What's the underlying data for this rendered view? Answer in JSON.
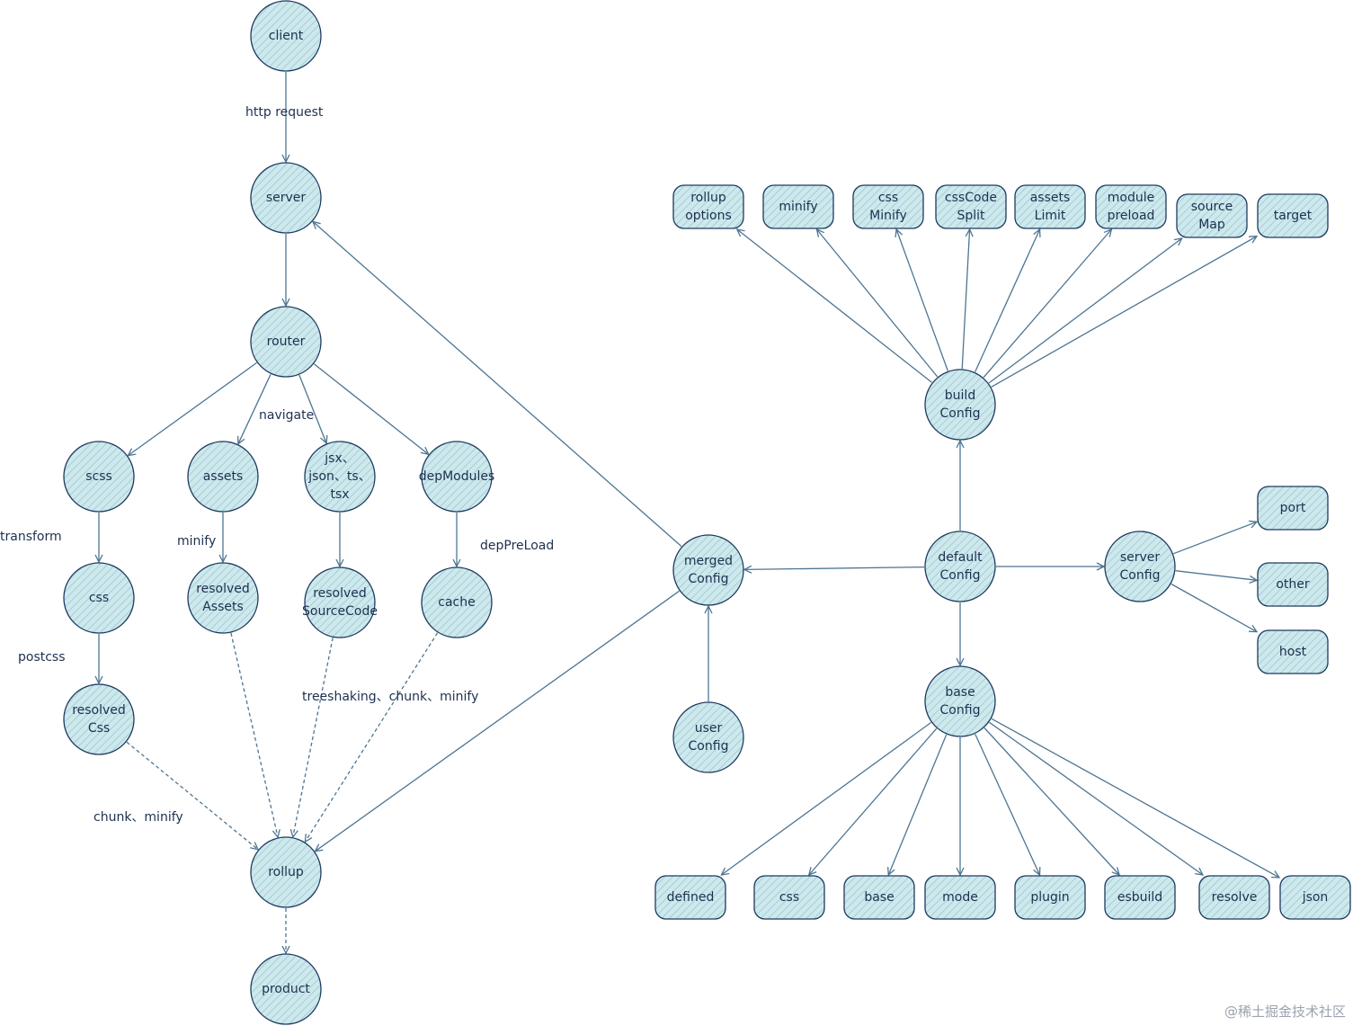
{
  "colors": {
    "node_fill": "#cfe8ec",
    "node_hatch": "#9fd0da",
    "node_stroke": "#1e3a5f",
    "edge": "#4d7592",
    "text": "#1e3050"
  },
  "watermark": "@稀土掘金技术社区",
  "nodes": [
    {
      "id": "client",
      "lines": [
        "client"
      ],
      "shape": "circle"
    },
    {
      "id": "server",
      "lines": [
        "server"
      ],
      "shape": "circle"
    },
    {
      "id": "router",
      "lines": [
        "router"
      ],
      "shape": "circle"
    },
    {
      "id": "scss",
      "lines": [
        "scss"
      ],
      "shape": "circle"
    },
    {
      "id": "assets",
      "lines": [
        "assets"
      ],
      "shape": "circle"
    },
    {
      "id": "jsx",
      "lines": [
        "jsx、",
        "json、ts、",
        "tsx"
      ],
      "shape": "circle"
    },
    {
      "id": "depModules",
      "lines": [
        "depModules"
      ],
      "shape": "circle"
    },
    {
      "id": "css-left",
      "lines": [
        "css"
      ],
      "shape": "circle"
    },
    {
      "id": "resolvedAssets",
      "lines": [
        "resolved",
        "Assets"
      ],
      "shape": "circle"
    },
    {
      "id": "resolvedSourceCode",
      "lines": [
        "resolved",
        "SourceCode"
      ],
      "shape": "circle"
    },
    {
      "id": "cache",
      "lines": [
        "cache"
      ],
      "shape": "circle"
    },
    {
      "id": "resolvedCss",
      "lines": [
        "resolved",
        "Css"
      ],
      "shape": "circle"
    },
    {
      "id": "rollup",
      "lines": [
        "rollup"
      ],
      "shape": "circle"
    },
    {
      "id": "product",
      "lines": [
        "product"
      ],
      "shape": "circle"
    },
    {
      "id": "mergedConfig",
      "lines": [
        "merged",
        "Config"
      ],
      "shape": "circle"
    },
    {
      "id": "userConfig",
      "lines": [
        "user",
        "Config"
      ],
      "shape": "circle"
    },
    {
      "id": "defaultConfig",
      "lines": [
        "default",
        "Config"
      ],
      "shape": "circle"
    },
    {
      "id": "buildConfig",
      "lines": [
        "build",
        "Config"
      ],
      "shape": "circle"
    },
    {
      "id": "serverConfig",
      "lines": [
        "server",
        "Config"
      ],
      "shape": "circle"
    },
    {
      "id": "baseConfig",
      "lines": [
        "base",
        "Config"
      ],
      "shape": "circle"
    },
    {
      "id": "rollupOptions",
      "lines": [
        "rollup",
        "options"
      ],
      "shape": "rect"
    },
    {
      "id": "minify",
      "lines": [
        "minify"
      ],
      "shape": "rect"
    },
    {
      "id": "cssMinify",
      "lines": [
        "css",
        "Minify"
      ],
      "shape": "rect"
    },
    {
      "id": "cssCodeSplit",
      "lines": [
        "cssCode",
        "Split"
      ],
      "shape": "rect"
    },
    {
      "id": "assetsLimit",
      "lines": [
        "assets",
        "Limit"
      ],
      "shape": "rect"
    },
    {
      "id": "modulePreload",
      "lines": [
        "module",
        "preload"
      ],
      "shape": "rect"
    },
    {
      "id": "sourceMap",
      "lines": [
        "source",
        "Map"
      ],
      "shape": "rect"
    },
    {
      "id": "target",
      "lines": [
        "target"
      ],
      "shape": "rect"
    },
    {
      "id": "port",
      "lines": [
        "port"
      ],
      "shape": "rect"
    },
    {
      "id": "other",
      "lines": [
        "other"
      ],
      "shape": "rect"
    },
    {
      "id": "host",
      "lines": [
        "host"
      ],
      "shape": "rect"
    },
    {
      "id": "defined",
      "lines": [
        "defined"
      ],
      "shape": "rect"
    },
    {
      "id": "css-base",
      "lines": [
        "css"
      ],
      "shape": "rect"
    },
    {
      "id": "base",
      "lines": [
        "base"
      ],
      "shape": "rect"
    },
    {
      "id": "mode",
      "lines": [
        "mode"
      ],
      "shape": "rect"
    },
    {
      "id": "plugin",
      "lines": [
        "plugin"
      ],
      "shape": "rect"
    },
    {
      "id": "esbuild",
      "lines": [
        "esbuild"
      ],
      "shape": "rect"
    },
    {
      "id": "resolve",
      "lines": [
        "resolve"
      ],
      "shape": "rect"
    },
    {
      "id": "json",
      "lines": [
        "json"
      ],
      "shape": "rect"
    }
  ],
  "edges": [
    {
      "from": "client",
      "to": "server",
      "style": "solid"
    },
    {
      "from": "server",
      "to": "router",
      "style": "solid"
    },
    {
      "from": "router",
      "to": "scss",
      "style": "solid"
    },
    {
      "from": "router",
      "to": "assets",
      "style": "solid"
    },
    {
      "from": "router",
      "to": "jsx",
      "style": "solid"
    },
    {
      "from": "router",
      "to": "depModules",
      "style": "solid"
    },
    {
      "from": "scss",
      "to": "css-left",
      "style": "solid"
    },
    {
      "from": "assets",
      "to": "resolvedAssets",
      "style": "solid"
    },
    {
      "from": "jsx",
      "to": "resolvedSourceCode",
      "style": "solid"
    },
    {
      "from": "depModules",
      "to": "cache",
      "style": "solid"
    },
    {
      "from": "css-left",
      "to": "resolvedCss",
      "style": "solid"
    },
    {
      "from": "resolvedCss",
      "to": "rollup",
      "style": "dashed"
    },
    {
      "from": "resolvedAssets",
      "to": "rollup",
      "style": "dashed"
    },
    {
      "from": "resolvedSourceCode",
      "to": "rollup",
      "style": "dashed"
    },
    {
      "from": "cache",
      "to": "rollup",
      "style": "dashed"
    },
    {
      "from": "rollup",
      "to": "product",
      "style": "dashed"
    },
    {
      "from": "mergedConfig",
      "to": "server",
      "style": "solid"
    },
    {
      "from": "mergedConfig",
      "to": "rollup",
      "style": "solid"
    },
    {
      "from": "userConfig",
      "to": "mergedConfig",
      "style": "solid"
    },
    {
      "from": "defaultConfig",
      "to": "mergedConfig",
      "style": "solid"
    },
    {
      "from": "defaultConfig",
      "to": "buildConfig",
      "style": "solid"
    },
    {
      "from": "defaultConfig",
      "to": "serverConfig",
      "style": "solid"
    },
    {
      "from": "defaultConfig",
      "to": "baseConfig",
      "style": "solid"
    },
    {
      "from": "buildConfig",
      "to": "rollupOptions",
      "style": "solid"
    },
    {
      "from": "buildConfig",
      "to": "minify",
      "style": "solid"
    },
    {
      "from": "buildConfig",
      "to": "cssMinify",
      "style": "solid"
    },
    {
      "from": "buildConfig",
      "to": "cssCodeSplit",
      "style": "solid"
    },
    {
      "from": "buildConfig",
      "to": "assetsLimit",
      "style": "solid"
    },
    {
      "from": "buildConfig",
      "to": "modulePreload",
      "style": "solid"
    },
    {
      "from": "buildConfig",
      "to": "sourceMap",
      "style": "solid"
    },
    {
      "from": "buildConfig",
      "to": "target",
      "style": "solid"
    },
    {
      "from": "serverConfig",
      "to": "port",
      "style": "solid"
    },
    {
      "from": "serverConfig",
      "to": "other",
      "style": "solid"
    },
    {
      "from": "serverConfig",
      "to": "host",
      "style": "solid"
    },
    {
      "from": "baseConfig",
      "to": "defined",
      "style": "solid"
    },
    {
      "from": "baseConfig",
      "to": "css-base",
      "style": "solid"
    },
    {
      "from": "baseConfig",
      "to": "base",
      "style": "solid"
    },
    {
      "from": "baseConfig",
      "to": "mode",
      "style": "solid"
    },
    {
      "from": "baseConfig",
      "to": "plugin",
      "style": "solid"
    },
    {
      "from": "baseConfig",
      "to": "esbuild",
      "style": "solid"
    },
    {
      "from": "baseConfig",
      "to": "resolve",
      "style": "solid"
    },
    {
      "from": "baseConfig",
      "to": "json",
      "style": "solid"
    }
  ],
  "edge_labels": [
    {
      "id": "http-request",
      "text": "http request"
    },
    {
      "id": "navigate",
      "text": "navigate"
    },
    {
      "id": "transform",
      "text": "transform"
    },
    {
      "id": "minify",
      "text": "minify"
    },
    {
      "id": "depPreLoad",
      "text": "depPreLoad"
    },
    {
      "id": "postcss",
      "text": "postcss"
    },
    {
      "id": "treeshaking",
      "text": "treeshaking、chunk、minify"
    },
    {
      "id": "chunk-minify",
      "text": "chunk、minify"
    }
  ]
}
